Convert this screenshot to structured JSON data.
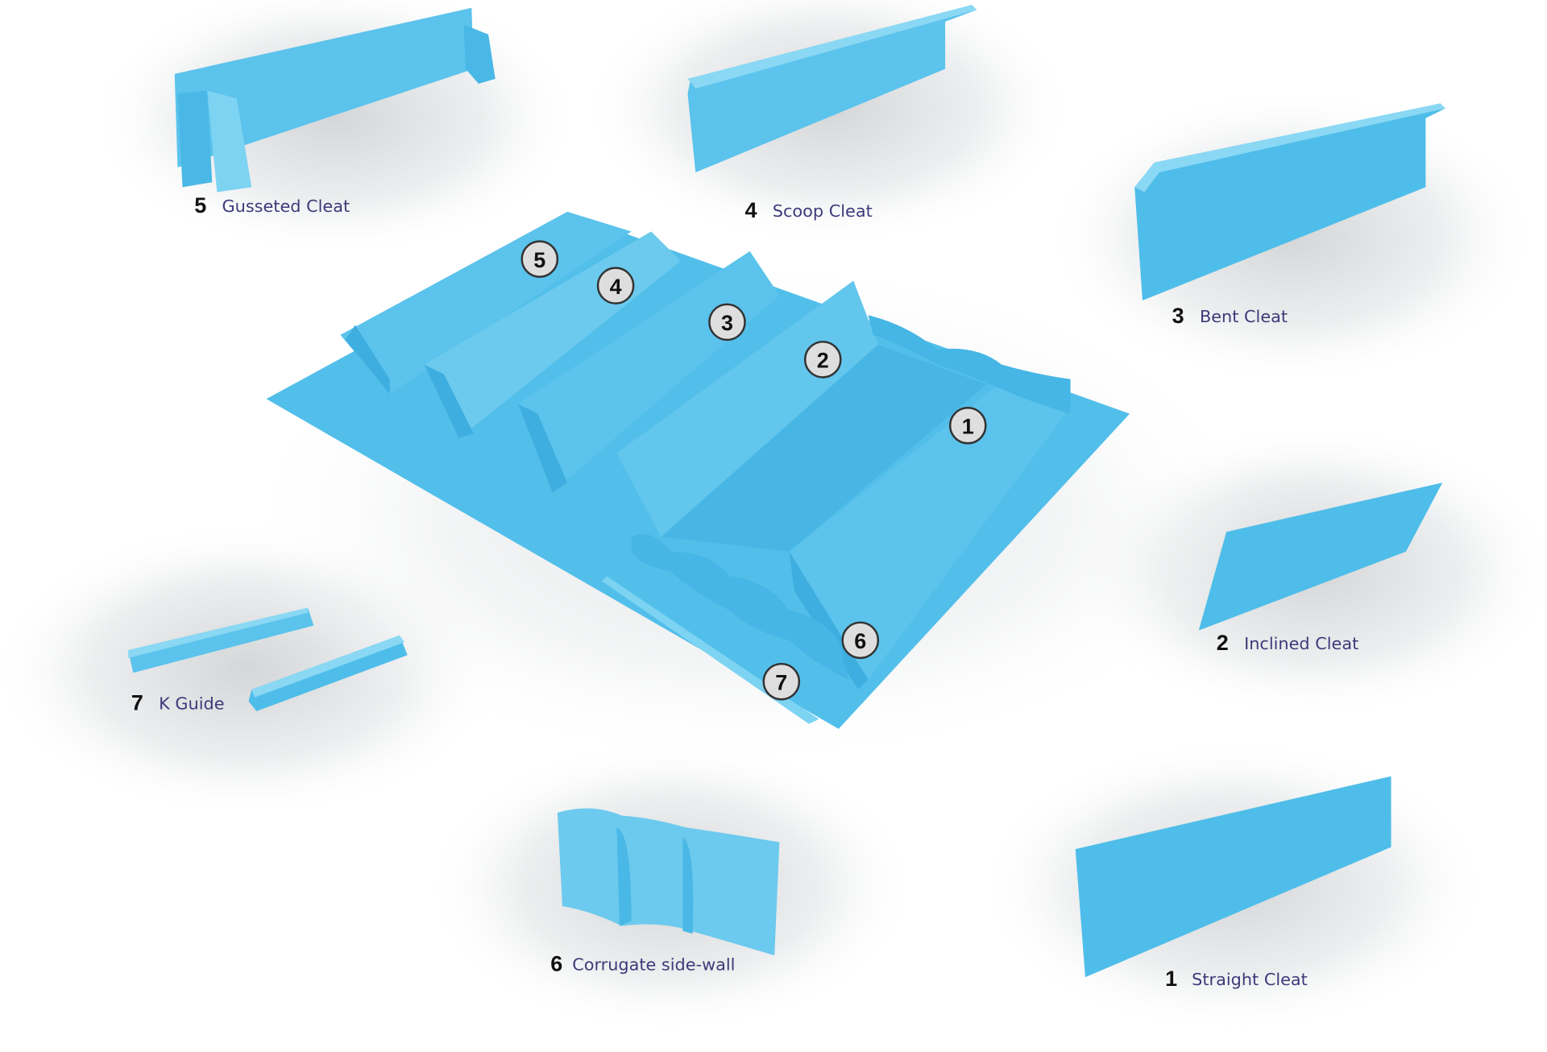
{
  "colors": {
    "blue": "#5bc3ec",
    "blue_dark": "#3eaee0",
    "blue_light": "#7dd3f2",
    "label_text": "#3d3a7a"
  },
  "parts": [
    {
      "number": "5",
      "name": "Gusseted Cleat"
    },
    {
      "number": "4",
      "name": "Scoop Cleat"
    },
    {
      "number": "3",
      "name": "Bent Cleat"
    },
    {
      "number": "2",
      "name": "Inclined Cleat"
    },
    {
      "number": "7",
      "name": "K Guide"
    },
    {
      "number": "6",
      "name": "Corrugate side-wall"
    },
    {
      "number": "1",
      "name": "Straight Cleat"
    }
  ],
  "markers": [
    "5",
    "4",
    "3",
    "2",
    "1",
    "6",
    "7"
  ]
}
